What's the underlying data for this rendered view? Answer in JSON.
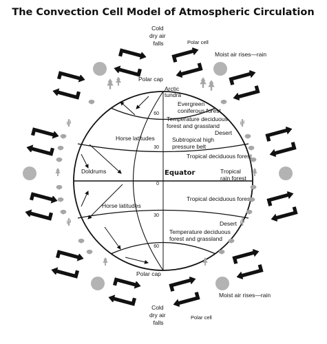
{
  "title": "The Convection Cell Model of Atmospheric Circulation",
  "top": {
    "cold_air": [
      "Cold",
      "dry air",
      "falls"
    ],
    "polar_cell": "Polar cell",
    "moist_air": "Moist air rises—rain",
    "polar_cap": "Polar cap"
  },
  "bottom": {
    "cold_air": [
      "Cold",
      "dry air",
      "falls"
    ],
    "polar_cell": "Polar cell",
    "moist_air": "Moist air rises—rain",
    "polar_cap": "Polar cap"
  },
  "zones_north": {
    "arctic_tundra": [
      "Arctic",
      "tundra"
    ],
    "evergreen": [
      "Evergreen",
      "coniferous forest"
    ],
    "temperate": [
      "Temperature deciduous",
      "forest and grassland"
    ],
    "desert": "Desert",
    "subtropical": [
      "Subtropical high",
      "pressure belt"
    ],
    "tropical_deciduous": "Tropical deciduous forest",
    "horse_latitudes": "Horse latitudes"
  },
  "equator": {
    "label": "Equator",
    "doldrums": "Doldrums",
    "tropical_rain_forest": [
      "Tropical",
      "rain forest"
    ]
  },
  "zones_south": {
    "tropical_deciduous": "Tropical deciduous forest",
    "horse_latitudes": "Horse latitudes",
    "desert": "Desert",
    "temperate": [
      "Temperature deciduous",
      "forest and grassland"
    ]
  },
  "latitudes": {
    "n60": "60",
    "n30": "30",
    "eq": "0",
    "s30": "30",
    "s60": "60"
  },
  "colors": {
    "ink": "#111111",
    "cloud": "#b3b3b3",
    "vegetation": "#a6a6a6"
  },
  "icons": [
    "convection-arrow-icon",
    "cloud-icon",
    "tree-icon",
    "cactus-icon",
    "shrub-icon"
  ]
}
